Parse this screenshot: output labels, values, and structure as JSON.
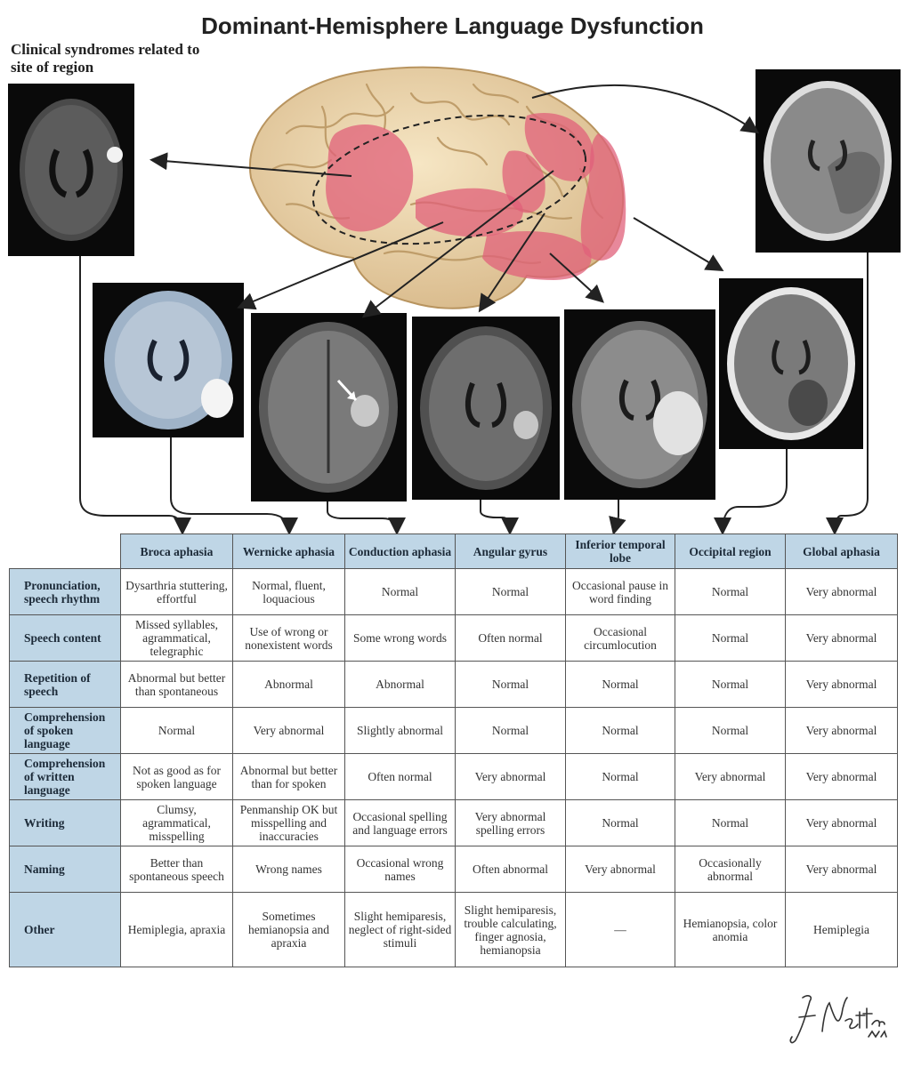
{
  "title": "Dominant-Hemisphere Language Dysfunction",
  "subtitle": "Clinical syndromes related to site of region",
  "table": {
    "columns": [
      "Broca aphasia",
      "Wernicke aphasia",
      "Conduction aphasia",
      "Angular gyrus",
      "Inferior temporal lobe",
      "Occipital region",
      "Global aphasia"
    ],
    "rows": [
      {
        "label": "Pronunciation, speech rhythm",
        "cells": [
          "Dysarthria stuttering, effortful",
          "Normal, fluent, loquacious",
          "Normal",
          "Normal",
          "Occasional pause in word finding",
          "Normal",
          "Very abnormal"
        ]
      },
      {
        "label": "Speech content",
        "cells": [
          "Missed syllables, agrammatical, telegraphic",
          "Use of wrong or nonexistent words",
          "Some wrong words",
          "Often normal",
          "Occasional circumlocution",
          "Normal",
          "Very abnormal"
        ]
      },
      {
        "label": "Repetition of speech",
        "cells": [
          "Abnormal but better than spontaneous",
          "Abnormal",
          "Abnormal",
          "Normal",
          "Normal",
          "Normal",
          "Very abnormal"
        ]
      },
      {
        "label": "Comprehension of spoken language",
        "cells": [
          "Normal",
          "Very abnormal",
          "Slightly abnormal",
          "Normal",
          "Normal",
          "Normal",
          "Very abnormal"
        ]
      },
      {
        "label": "Comprehension of written language",
        "cells": [
          "Not as good as for spoken language",
          "Abnormal but better than for spoken",
          "Often normal",
          "Very abnormal",
          "Normal",
          "Very abnormal",
          "Very abnormal"
        ]
      },
      {
        "label": "Writing",
        "cells": [
          "Clumsy, agrammatical, misspelling",
          "Penmanship OK but misspelling and inaccuracies",
          "Occasional spelling and language errors",
          "Very abnormal spelling errors",
          "Normal",
          "Normal",
          "Very abnormal"
        ]
      },
      {
        "label": "Naming",
        "cells": [
          "Better than spontaneous speech",
          "Wrong names",
          "Occasional wrong names",
          "Often abnormal",
          "Very abnormal",
          "Occasionally abnormal",
          "Very abnormal"
        ]
      },
      {
        "label": "Other",
        "cells": [
          "Hemiplegia, apraxia",
          "Sometimes hemianopsia and apraxia",
          "Slight hemiparesis, neglect of right-sided stimuli",
          "Slight hemiparesis, trouble calculating, finger agnosia, hemianopsia",
          "—",
          "Hemianopsia, color anomia",
          "Hemiplegia"
        ]
      }
    ]
  },
  "signature": "F. Netter M.D.",
  "colors": {
    "header_fill": "#bfd6e6",
    "lesion_pink": "#e0607a",
    "brain_tan": "#e8d3aa"
  }
}
